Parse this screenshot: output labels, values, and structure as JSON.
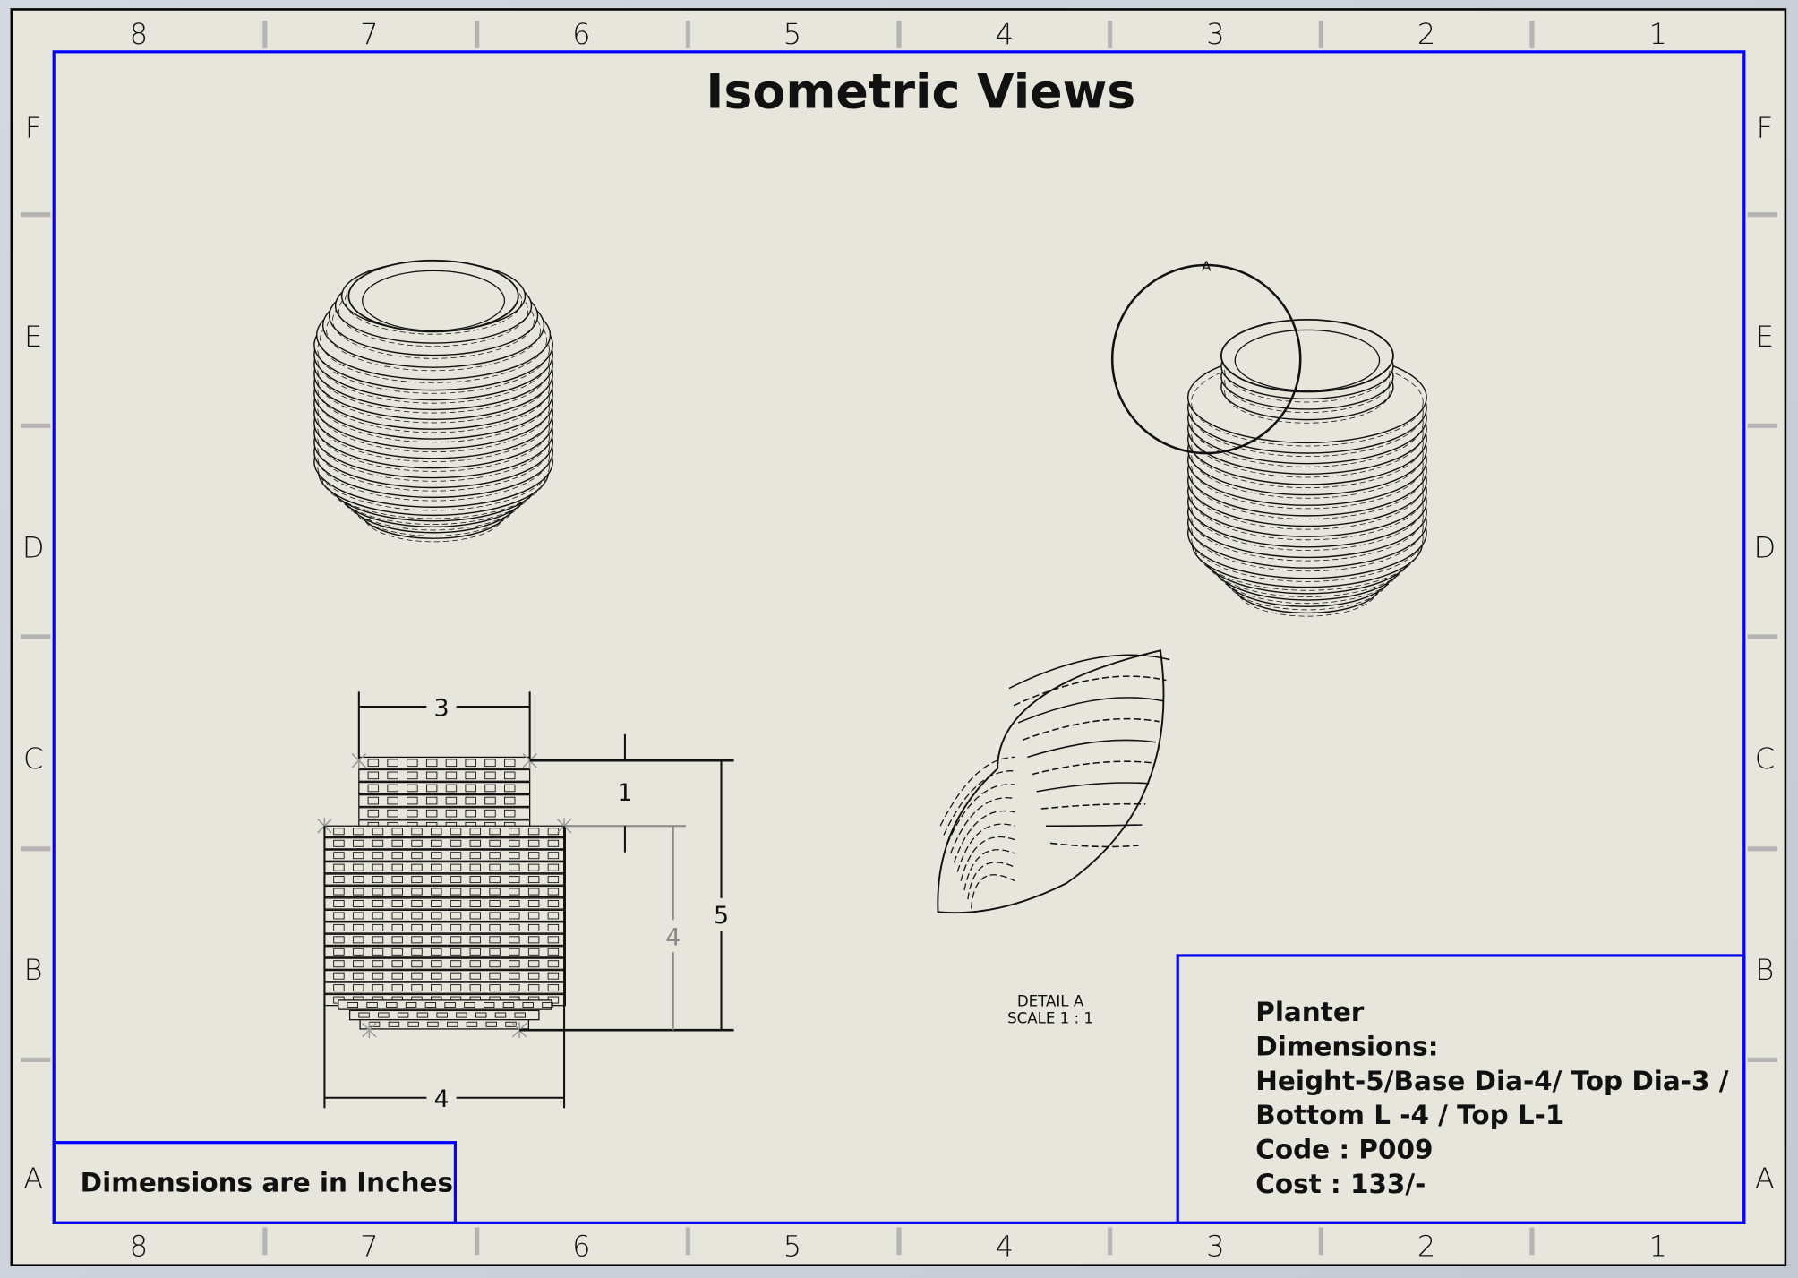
{
  "sheet": {
    "title": "Isometric Views",
    "column_labels_top": [
      "8",
      "7",
      "6",
      "5",
      "4",
      "3",
      "2",
      "1"
    ],
    "column_labels_bottom": [
      "8",
      "7",
      "6",
      "5",
      "4",
      "3",
      "2",
      "1"
    ],
    "row_labels": [
      "F",
      "E",
      "D",
      "C",
      "B",
      "A"
    ],
    "border_color": "#0000ff"
  },
  "front_view": {
    "dims": {
      "top_diameter": "3",
      "top_length": "1",
      "bottom_length": "4",
      "height": "5",
      "base_diameter": "4"
    }
  },
  "detail": {
    "callout_letter": "A",
    "label": "DETAIL A",
    "scale": "SCALE 1 : 1"
  },
  "note": "Dimensions are in Inches",
  "title_block": {
    "lines": [
      "Planter",
      "Dimensions:",
      "Height-5/Base Dia-4/ Top Dia-3 /",
      "Bottom L -4 / Top L-1",
      "Code : P009",
      "Cost : 133/-"
    ]
  }
}
